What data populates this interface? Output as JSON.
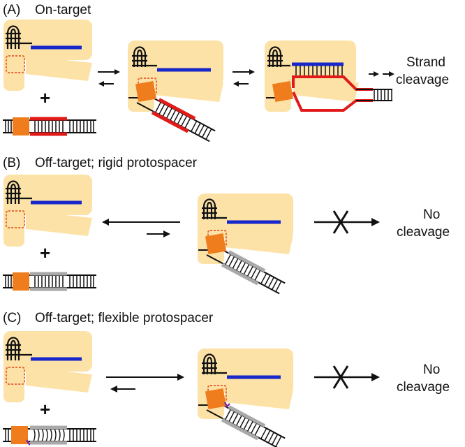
{
  "panels": [
    {
      "id": "A",
      "label": "(A)",
      "title": "On-target",
      "plus": "+",
      "outcome": [
        "Strand",
        "cleavage"
      ]
    },
    {
      "id": "B",
      "label": "(B)",
      "title": "Off-target; rigid protospacer",
      "plus": "+",
      "outcome": [
        "No",
        "cleavage"
      ]
    },
    {
      "id": "C",
      "label": "(C)",
      "title": "Off-target; flexible protospacer",
      "plus": "+",
      "outcome": [
        "No",
        "cleavage"
      ]
    }
  ],
  "colors": {
    "protein": "#FCE2A6",
    "pam": "#EF7D1E",
    "rna": "#1727C9",
    "target_match": "#E21A1A",
    "target_mismatch": "#A9A9A9",
    "pocket_dash": "#E86A3A",
    "ink": "#111111",
    "kink": "#7A2FA0"
  }
}
